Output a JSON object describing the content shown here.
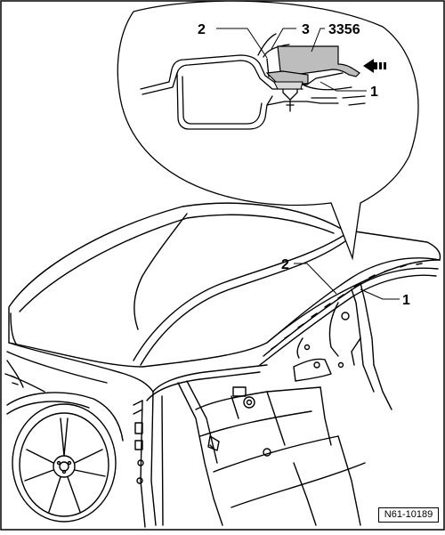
{
  "figure": {
    "reference": "N61-10189",
    "detail_callouts": [
      "2",
      "3",
      "3356",
      "1"
    ],
    "main_callouts": [
      "2",
      "1"
    ],
    "colors": {
      "stroke": "#000000",
      "fill_shade": "#bdbdbd",
      "paper": "#ffffff"
    },
    "icons": [
      "push-direction-arrow-icon"
    ]
  }
}
